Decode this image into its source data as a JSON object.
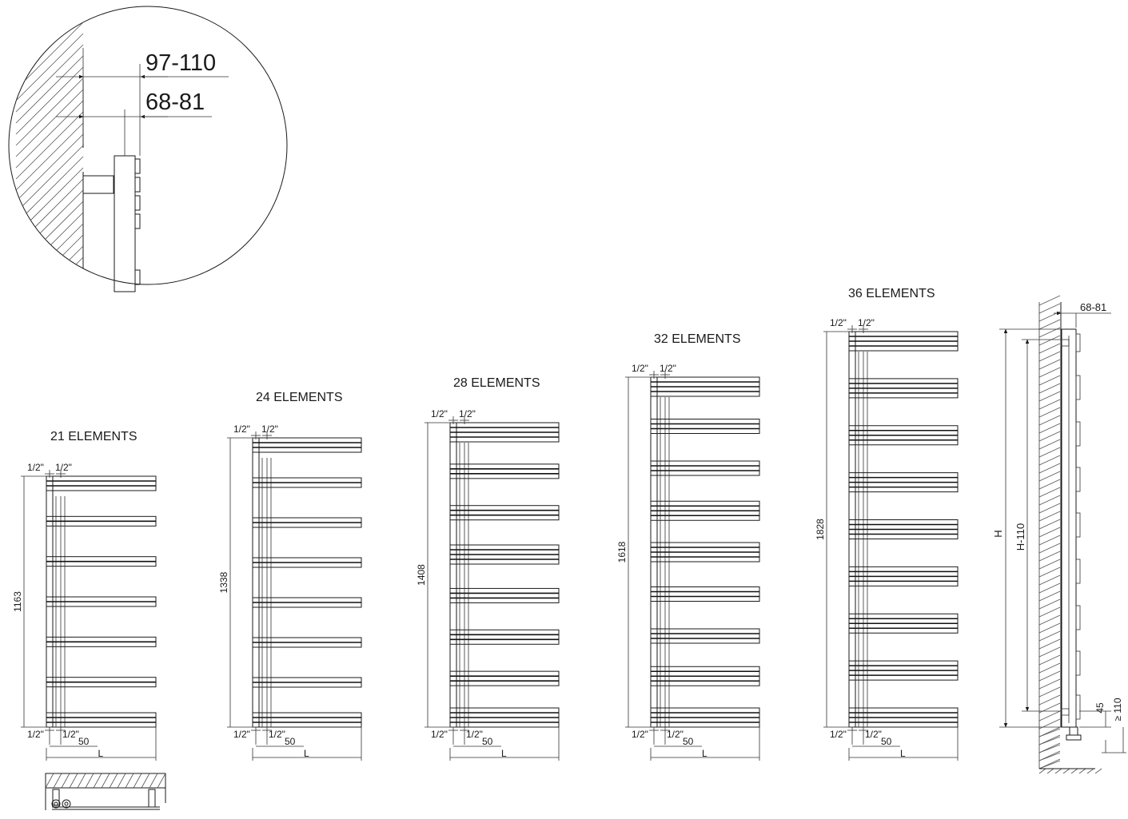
{
  "detail": {
    "outer_dim": "97-110",
    "inner_dim": "68-81"
  },
  "models": [
    {
      "title": "21 ELEMENTS",
      "height": "1163",
      "pipe_top_left": "1/2\"",
      "pipe_top_right": "1/2\"",
      "pipe_bottom_left": "1/2\"",
      "pipe_bottom_right": "1/2\"",
      "spacing": "50",
      "width": "L",
      "groups": [
        3,
        2,
        2,
        2,
        2,
        2,
        3
      ]
    },
    {
      "title": "24 ELEMENTS",
      "height": "1338",
      "pipe_top_left": "1/2\"",
      "pipe_top_right": "1/2\"",
      "pipe_bottom_left": "1/2\"",
      "pipe_bottom_right": "1/2\"",
      "spacing": "50",
      "width": "L",
      "groups": [
        3,
        2,
        2,
        2,
        2,
        2,
        2,
        3
      ]
    },
    {
      "title": "28 ELEMENTS",
      "height": "1408",
      "pipe_top_left": "1/2\"",
      "pipe_top_right": "1/2\"",
      "pipe_bottom_left": "1/2\"",
      "pipe_bottom_right": "1/2\"",
      "spacing": "50",
      "width": "L",
      "groups": [
        4,
        3,
        3,
        4,
        3,
        3,
        3,
        4
      ]
    },
    {
      "title": "32 ELEMENTS",
      "height": "1618",
      "pipe_top_left": "1/2\"",
      "pipe_top_right": "1/2\"",
      "pipe_bottom_left": "1/2\"",
      "pipe_bottom_right": "1/2\"",
      "spacing": "50",
      "width": "L",
      "groups": [
        4,
        3,
        3,
        4,
        4,
        3,
        3,
        4,
        4
      ]
    },
    {
      "title": "36 ELEMENTS",
      "height": "1828",
      "pipe_top_left": "1/2\"",
      "pipe_top_right": "1/2\"",
      "pipe_bottom_left": "1/2\"",
      "pipe_bottom_right": "1/2\"",
      "spacing": "50",
      "width": "L",
      "groups": [
        4,
        4,
        4,
        4,
        4,
        4,
        4,
        4,
        4
      ]
    }
  ],
  "side_view": {
    "depth": "68-81",
    "height": "H",
    "axis_height": "H-110",
    "bottom_offset": "45",
    "floor_clearance": "≥ 110"
  }
}
